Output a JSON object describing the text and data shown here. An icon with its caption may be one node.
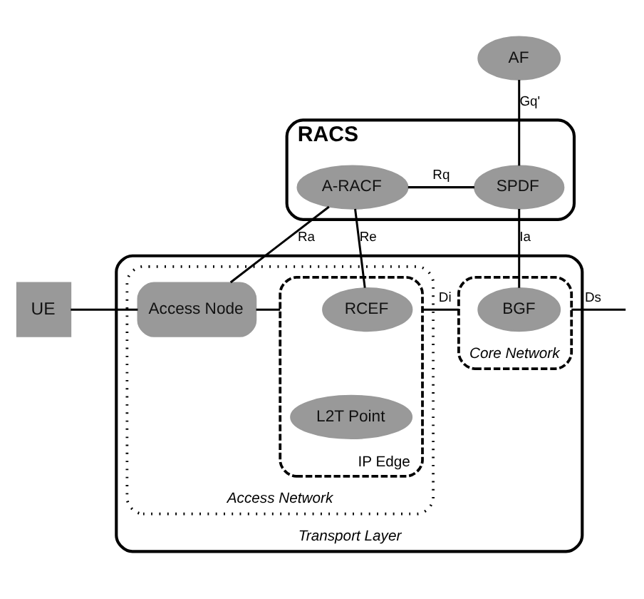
{
  "diagram": {
    "nodes": [
      {
        "text": [
          "AF"
        ]
      },
      {
        "text": [
          "RACS"
        ]
      },
      {
        "text": [
          "A-RACF"
        ],
        "in": 1
      },
      {
        "text": [
          "SPDF"
        ],
        "in": 1
      },
      {
        "text": [
          "UE"
        ]
      },
      {
        "text": [
          "Transport Layer"
        ]
      },
      {
        "text": [
          "Access Network"
        ],
        "in": 5
      },
      {
        "text": [
          "Access Node"
        ],
        "in": 6
      },
      {
        "text": [
          "IP Edge"
        ],
        "in": 6
      },
      {
        "text": [
          "RCEF"
        ],
        "in": 8
      },
      {
        "text": [
          "L2T Point"
        ],
        "in": 8
      },
      {
        "text": [
          "Core Network"
        ],
        "in": 5
      },
      {
        "text": [
          "BGF"
        ],
        "in": 11
      }
    ],
    "edges": [
      {
        "from": 0,
        "to": 3,
        "arrow": "none",
        "label": "Gq'"
      },
      {
        "from": 2,
        "to": 3,
        "arrow": "none",
        "label": "Rq"
      },
      {
        "from": 2,
        "to": 7,
        "arrow": "none",
        "label": "Ra"
      },
      {
        "from": 2,
        "to": 9,
        "arrow": "none",
        "label": "Re"
      },
      {
        "from": 3,
        "to": 12,
        "arrow": "none",
        "label": "Ia"
      },
      {
        "from": 4,
        "to": 7,
        "arrow": "none"
      },
      {
        "from": 7,
        "to": 8,
        "arrow": "none"
      },
      {
        "from": 8,
        "to": 11,
        "arrow": "none",
        "label": "Di"
      },
      {
        "from": 11,
        "to": null,
        "arrow": "none",
        "label": "Ds"
      }
    ]
  }
}
